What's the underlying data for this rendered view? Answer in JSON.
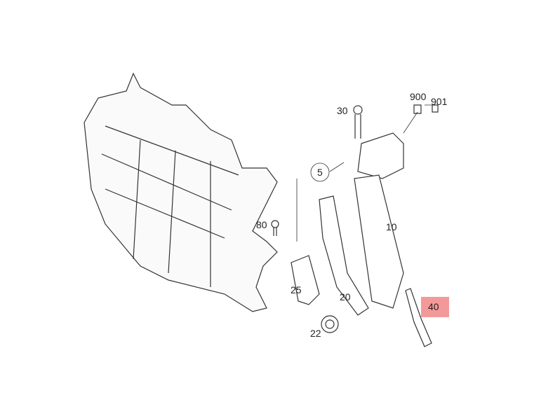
{
  "labels": {
    "p30": "30",
    "p900": "900",
    "p901": "901",
    "p5": "5",
    "p10": "10",
    "p80": "80",
    "p25": "25",
    "p20": "20",
    "p22": "22",
    "p40": "40"
  },
  "highlight_color": "#f06e6e"
}
